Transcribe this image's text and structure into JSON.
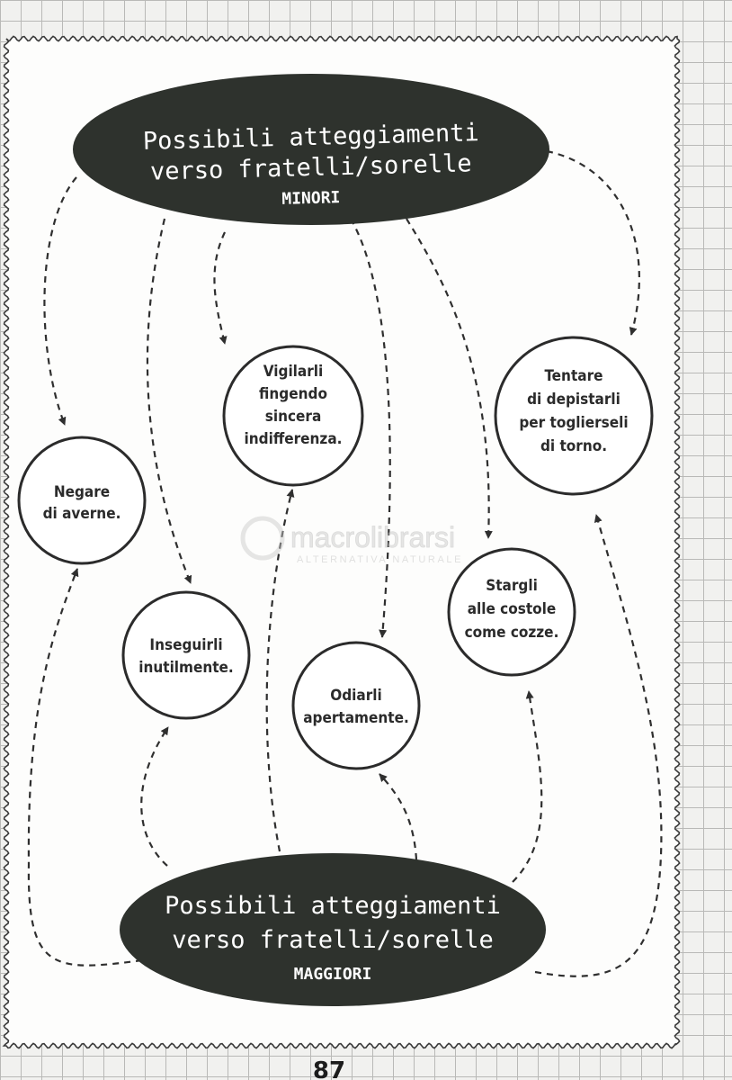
{
  "hub_top": {
    "line1": "Possibili atteggiamenti",
    "line2": "verso fratelli/sorelle",
    "line3": "MINORI"
  },
  "hub_bottom": {
    "line1": "Possibili atteggiamenti",
    "line2": "verso fratelli/sorelle",
    "line3": "MAGGIORI"
  },
  "nodes": {
    "negare": [
      "Negare",
      "di averne."
    ],
    "vigilarli": [
      "Vigilarli",
      "fingendo",
      "sincera",
      "indifferenza."
    ],
    "tentare": [
      "Tentare",
      "di depistarli",
      "per toglierseli",
      "di torno."
    ],
    "inseguirli": [
      "Inseguirli",
      "inutilmente."
    ],
    "odiarli": [
      "Odiarli",
      "apertamente."
    ],
    "stargli": [
      "Stargli",
      "alle costole",
      "come cozze."
    ]
  },
  "watermark": {
    "brand": "macrolibrarsi",
    "tagline": "ALTERNATIVA NATURALE"
  },
  "page_number": "87"
}
